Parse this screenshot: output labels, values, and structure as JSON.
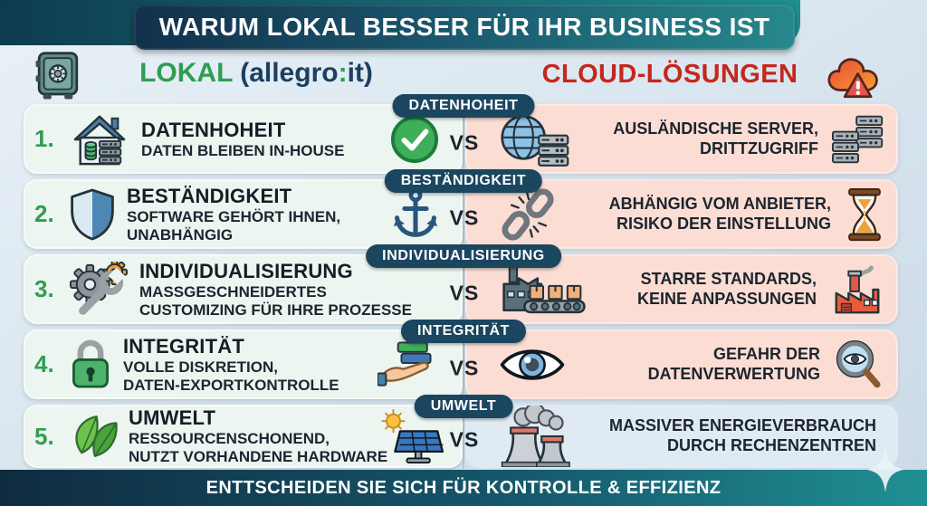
{
  "title": "WARUM LOKAL BESSER FÜR IHR BUSINESS IST",
  "header": {
    "local_label": "LOKAL",
    "brand_pre": " (allegro",
    "brand_colon": ":",
    "brand_post": "it)",
    "cloud_label": "CLOUD-LÖSUNGEN",
    "local_icon": "safe-icon",
    "cloud_icon": "cloud-warning-icon"
  },
  "vs_label": "VS",
  "rows": [
    {
      "number": "1.",
      "badge": "DATENHOHEIT",
      "left": {
        "title": "DATENHOHEIT",
        "subtitle": "DATEN BLEIBEN IN-HOUSE",
        "icon": "house-server-icon",
        "aux_icon": "check-circle-icon"
      },
      "right": {
        "text": "AUSLÄNDISCHE SERVER,\nDRITTZUGRIFF",
        "icon_left": "globe-server-icon",
        "icon_right": "server-rack-icon"
      }
    },
    {
      "number": "2.",
      "badge": "BESTÄNDIGKEIT",
      "left": {
        "title": "BESTÄNDIGKEIT",
        "subtitle": "SOFTWARE GEHÖRT IHNEN,\nUNABHÄNGIG",
        "icon": "shield-icon",
        "aux_icon": "anchor-icon"
      },
      "right": {
        "text": "ABHÄNGIG VOM ANBIETER,\nRISIKO DER EINSTELLUNG",
        "icon_left": "broken-chain-icon",
        "icon_right": "hourglass-icon"
      }
    },
    {
      "number": "3.",
      "badge": "INDIVIDUALISIERUNG",
      "left": {
        "title": "INDIVIDUALISIERUNG",
        "subtitle": "MASSGESCHNEIDERTES\nCUSTOMIZING FÜR IHRE PROZESSE",
        "icon": "gears-wrench-icon",
        "aux_icon": null
      },
      "right": {
        "text": "STARRE STANDARDS,\nKEINE ANPASSUNGEN",
        "icon_left": "conveyor-boxes-icon",
        "icon_right": "factory-icon"
      }
    },
    {
      "number": "4.",
      "badge": "INTEGRITÄT",
      "left": {
        "title": "INTEGRITÄT",
        "subtitle": "VOLLE DISKRETION,\nDATEN-EXPORTKONTROLLE",
        "icon": "padlock-icon",
        "aux_icon": "hand-cards-icon"
      },
      "right": {
        "text": "GEFAHR DER\nDATENVERWERTUNG",
        "icon_left": "eye-icon",
        "icon_right": "magnifier-eye-icon"
      }
    },
    {
      "number": "5.",
      "badge": "UMWELT",
      "left": {
        "title": "UMWELT",
        "subtitle": "RESSOURCENSCHONEND,\nNUTZT VORHANDENE HARDWARE",
        "icon": "leaf-icon",
        "aux_icon": "solar-panel-icon"
      },
      "right": {
        "text": "MASSIVER ENERGIEVERBRAUCH\nDURCH RECHENZENTREN",
        "icon_left": "cooling-towers-icon",
        "icon_right": null
      }
    }
  ],
  "footer": {
    "label": "ENTTSCHEIDEN SIE SICH FÜR KONTROLLE & EFFIZIENZ"
  },
  "colors": {
    "accent_green": "#2e9e50",
    "accent_red": "#c5271d",
    "badge_bg": "#1b4660",
    "local_card_bg": "#ecf5ef",
    "cloud_card_bg": "#fbddd4",
    "banner_start": "#12304b",
    "banner_end": "#27888b"
  }
}
